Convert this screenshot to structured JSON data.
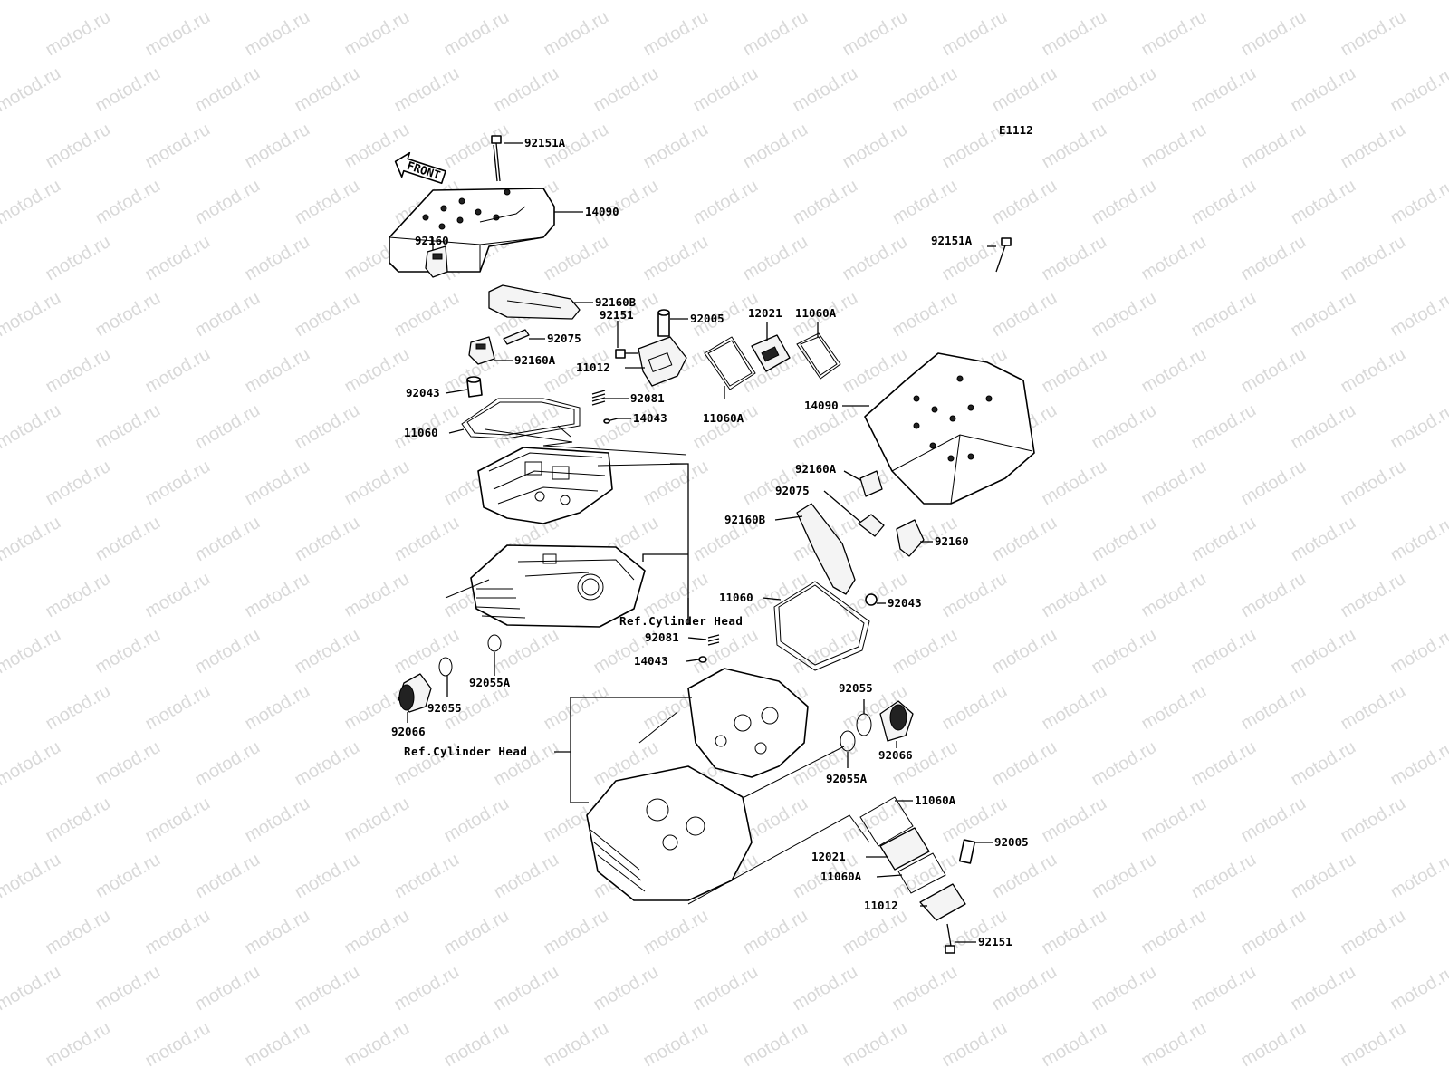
{
  "diagram": {
    "code": "E1112",
    "watermark": "motod.ru",
    "front_arrow_label": "FRONT",
    "ref_labels": [
      "Ref.Cylinder Head",
      "Ref.Cylinder Head"
    ],
    "part_labels": [
      "92151A",
      "14090",
      "92160",
      "92160B",
      "92151",
      "92005",
      "12021",
      "11060A",
      "92075",
      "92160A",
      "11012",
      "92043",
      "92081",
      "11060A",
      "14043",
      "11060",
      "92151A",
      "14090",
      "92160A",
      "92075",
      "92160B",
      "92160",
      "11060",
      "92043",
      "92081",
      "14043",
      "92055A",
      "92066",
      "92055",
      "92055",
      "92066",
      "92055A",
      "11060A",
      "92005",
      "12021",
      "11060A",
      "11012",
      "92151"
    ]
  }
}
